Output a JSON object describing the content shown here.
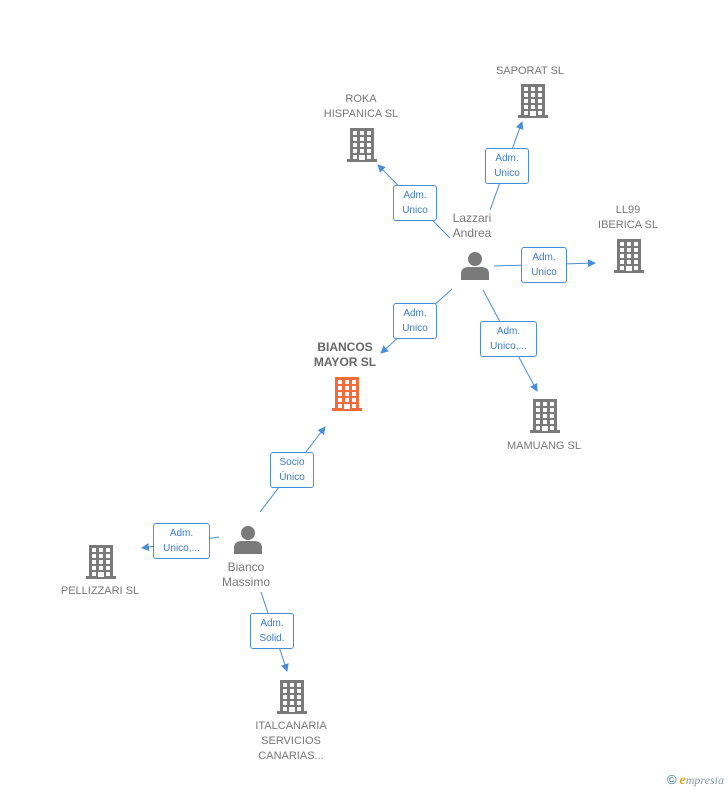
{
  "colors": {
    "edge": "#4a8ed3",
    "company": "#7a7a7a",
    "main_company": "#f26b3a",
    "person": "#7a7a7a"
  },
  "nodes": {
    "saporat": {
      "label": "SAPORAT SL"
    },
    "roka": {
      "label": "ROKA\nHISPANICA  SL"
    },
    "lazzari": {
      "label": "Lazzari\nAndrea"
    },
    "ll99": {
      "label": "LL99\nIBERICA  SL"
    },
    "biancos": {
      "label": "BIANCOS\nMAYOR  SL"
    },
    "mamuang": {
      "label": "MAMUANG SL"
    },
    "bianco": {
      "label": "Bianco\nMassimo"
    },
    "pellizzari": {
      "label": "PELLIZZARI  SL"
    },
    "italcanaria": {
      "label": "ITALCANARIA\nSERVICIOS\nCANARIAS..."
    }
  },
  "edges": {
    "lazzari_saporat": {
      "label": "Adm.\nUnico"
    },
    "lazzari_roka": {
      "label": "Adm.\nUnico"
    },
    "lazzari_ll99": {
      "label": "Adm.\nUnico"
    },
    "lazzari_biancos": {
      "label": "Adm.\nUnico"
    },
    "lazzari_mamuang": {
      "label": "Adm.\nUnico,..."
    },
    "bianco_biancos": {
      "label": "Socio\nÚnico"
    },
    "bianco_pellizzari": {
      "label": "Adm.\nUnico,..."
    },
    "bianco_italcanaria": {
      "label": "Adm.\nSolid."
    }
  },
  "brand": {
    "copyright": "©",
    "name_initial": "e",
    "name_rest": "mpresia"
  }
}
